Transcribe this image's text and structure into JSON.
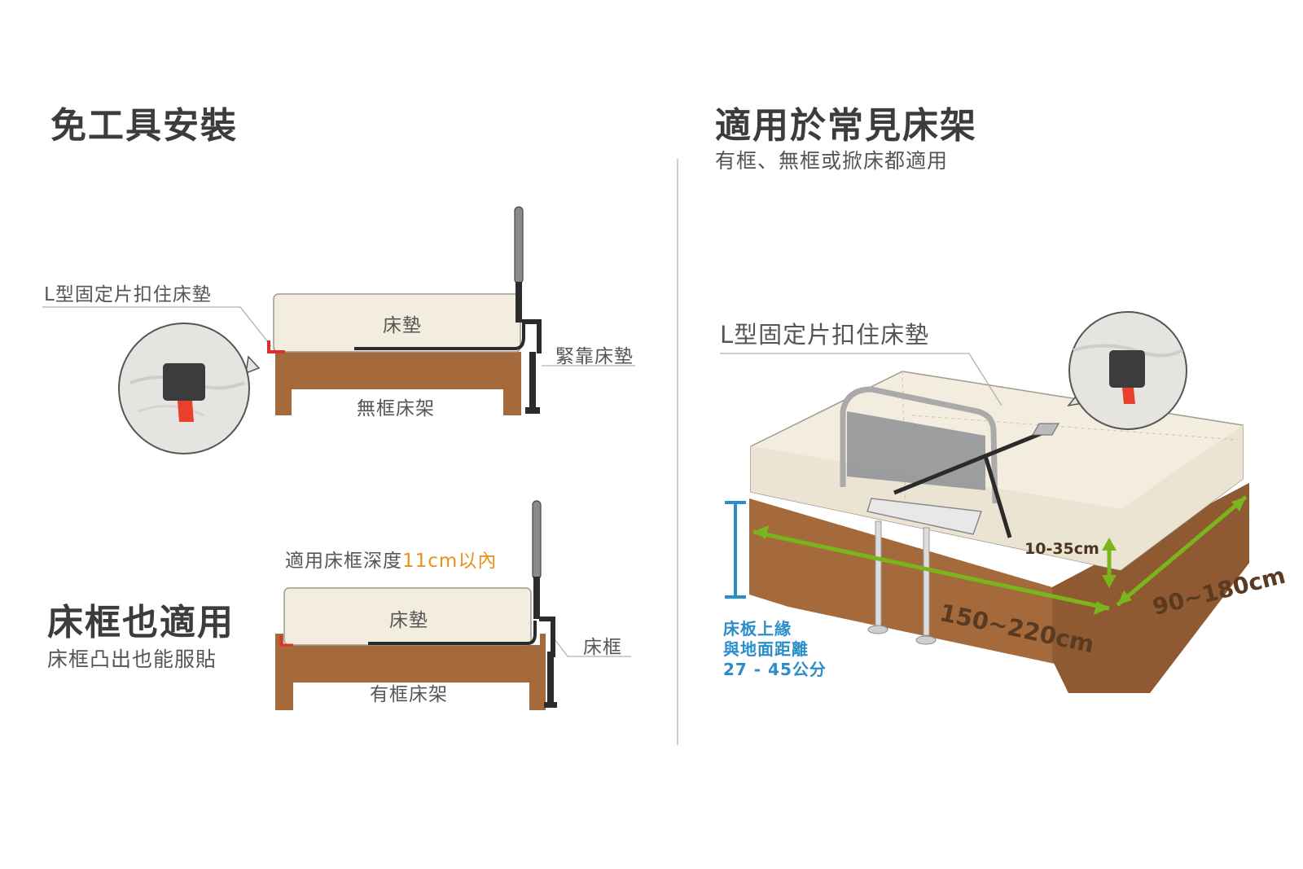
{
  "left": {
    "top_title": "免工具安裝",
    "top_diagram": {
      "callout_label": "L型固定片扣住床墊",
      "mattress_label": "床墊",
      "side_label": "緊靠床墊",
      "frame_label": "無框床架"
    },
    "bottom_title": "床框也適用",
    "bottom_subtitle": "床框凸出也能服貼",
    "bottom_diagram": {
      "depth_note_prefix": "適用床框深度",
      "depth_note_value": "11cm以內",
      "mattress_label": "床墊",
      "side_label": "床框",
      "frame_label": "有框床架"
    }
  },
  "right": {
    "title": "適用於常見床架",
    "subtitle": "有框、無框或掀床都適用",
    "callout_label": "L型固定片扣住床墊",
    "height_label_line1": "床板上緣",
    "height_label_line2": "與地面距離",
    "height_label_line3": "27 - 45公分",
    "thickness_label": "10-35cm",
    "length_label": "150~220cm",
    "width_label": "90~180cm"
  },
  "colors": {
    "mattress": "#f3ede0",
    "frame_wood": "#a56a3c",
    "measure_green": "#7ab51d",
    "measure_blue": "#2a8ec9",
    "accent_orange": "#e8921c",
    "rail_dark": "#2b2b2b"
  }
}
